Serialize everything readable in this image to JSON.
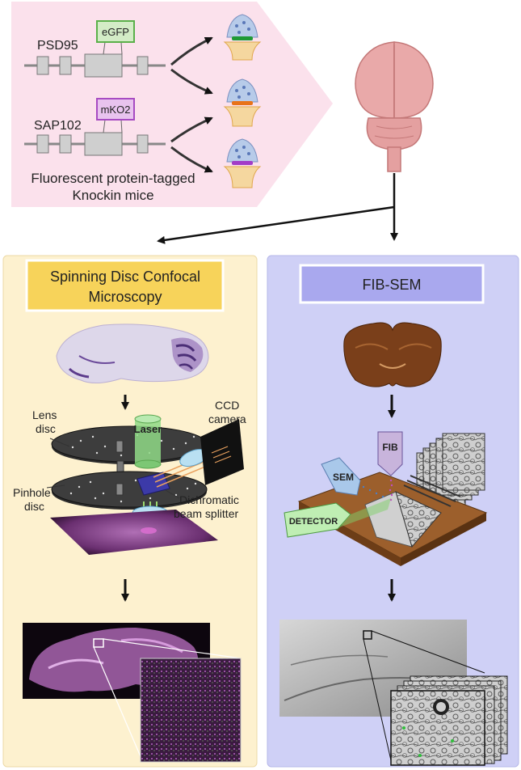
{
  "top": {
    "genes": [
      {
        "name": "PSD95",
        "tag": "eGFP",
        "tag_color": "#2e9e3a"
      },
      {
        "name": "SAP102",
        "tag": "mKO2",
        "tag_color": "#e8731a"
      }
    ],
    "synapse_colors": [
      "#1f9a36",
      "#e8731a",
      "#a23cc8"
    ],
    "caption_line1": "Fluorescent protein-tagged",
    "caption_line2": "Knockin mice"
  },
  "left_panel": {
    "title_line1": "Spinning Disc Confocal",
    "title_line2": "Microscopy",
    "labels": {
      "lens_1": "Lens",
      "lens_2": "disc",
      "laser": "Laser",
      "ccd_1": "CCD",
      "ccd_2": "camera",
      "pinhole_1": "Pinhole",
      "pinhole_2": "disc",
      "dichro_1": "Dichromatic",
      "dichro_2": "beam splitter"
    }
  },
  "right_panel": {
    "title": "FIB-SEM",
    "labels": {
      "fib": "FIB",
      "sem": "SEM",
      "detector": "DETECTOR"
    }
  },
  "colors": {
    "top_bg": "#fbe1ec",
    "left_bg": "#fdf1cf",
    "left_title": "#f7d35a",
    "right_bg": "#cfd0f6",
    "right_title": "#a9a8ee"
  }
}
